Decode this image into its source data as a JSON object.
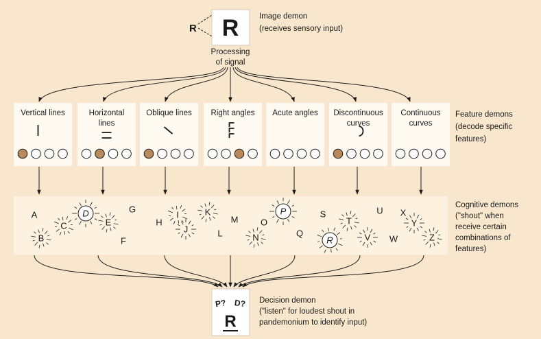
{
  "image_demon": {
    "input_letter": "R",
    "image_letter": "R",
    "label_line1": "Image demon",
    "label_line2": "(receives sensory input)"
  },
  "processing": {
    "line1": "Processing",
    "line2": "of signal"
  },
  "feature_demons": {
    "label_lines": [
      "Feature demons",
      "(decode specific",
      "features)"
    ],
    "boxes": [
      {
        "title_lines": [
          "Vertical lines"
        ],
        "glyph": "vertical",
        "filled_index": 0
      },
      {
        "title_lines": [
          "Horizontal",
          "lines"
        ],
        "glyph": "horizontal",
        "filled_index": 1
      },
      {
        "title_lines": [
          "Oblique lines"
        ],
        "glyph": "oblique",
        "filled_index": 0
      },
      {
        "title_lines": [
          "Right angles"
        ],
        "glyph": "right-angles",
        "filled_index": 2
      },
      {
        "title_lines": [
          "Acute angles"
        ],
        "glyph": "none",
        "filled_index": -1
      },
      {
        "title_lines": [
          "Discontinuous",
          "curves"
        ],
        "glyph": "curve",
        "filled_index": 0
      },
      {
        "title_lines": [
          "Continuous",
          "curves"
        ],
        "glyph": "none",
        "filled_index": -1
      }
    ],
    "dot_fill_color": "#b8895a"
  },
  "cognitive_demons": {
    "label_lines": [
      "Cognitive demons",
      "(\"shout\" when",
      "receive certain",
      "combinations of",
      "features)"
    ],
    "letters": [
      {
        "ch": "A",
        "style": "plain"
      },
      {
        "ch": "B",
        "style": "shout"
      },
      {
        "ch": "C",
        "style": "shout"
      },
      {
        "ch": "D",
        "style": "circled"
      },
      {
        "ch": "E",
        "style": "shout"
      },
      {
        "ch": "F",
        "style": "plain"
      },
      {
        "ch": "G",
        "style": "plain"
      },
      {
        "ch": "H",
        "style": "plain"
      },
      {
        "ch": "I",
        "style": "shout"
      },
      {
        "ch": "J",
        "style": "shout"
      },
      {
        "ch": "K",
        "style": "shout"
      },
      {
        "ch": "L",
        "style": "plain"
      },
      {
        "ch": "M",
        "style": "plain"
      },
      {
        "ch": "N",
        "style": "shout"
      },
      {
        "ch": "O",
        "style": "plain"
      },
      {
        "ch": "P",
        "style": "circled"
      },
      {
        "ch": "Q",
        "style": "plain"
      },
      {
        "ch": "R",
        "style": "circled"
      },
      {
        "ch": "S",
        "style": "plain"
      },
      {
        "ch": "T",
        "style": "shout"
      },
      {
        "ch": "U",
        "style": "plain"
      },
      {
        "ch": "V",
        "style": "shout"
      },
      {
        "ch": "W",
        "style": "plain"
      },
      {
        "ch": "X",
        "style": "plain"
      },
      {
        "ch": "Y",
        "style": "shout"
      },
      {
        "ch": "Z",
        "style": "shout"
      }
    ]
  },
  "decision_demon": {
    "guess1": "P?",
    "guess2": "D?",
    "letter": "R",
    "label_lines": [
      "Decision demon",
      "(\"listen\" for loudest shout in",
      "pandemonium to identify input)"
    ]
  },
  "colors": {
    "background": "#f9e7cd",
    "box_fill": "#fffaf1",
    "band_fill": "#fdf2df",
    "line": "#1a1a1a"
  }
}
